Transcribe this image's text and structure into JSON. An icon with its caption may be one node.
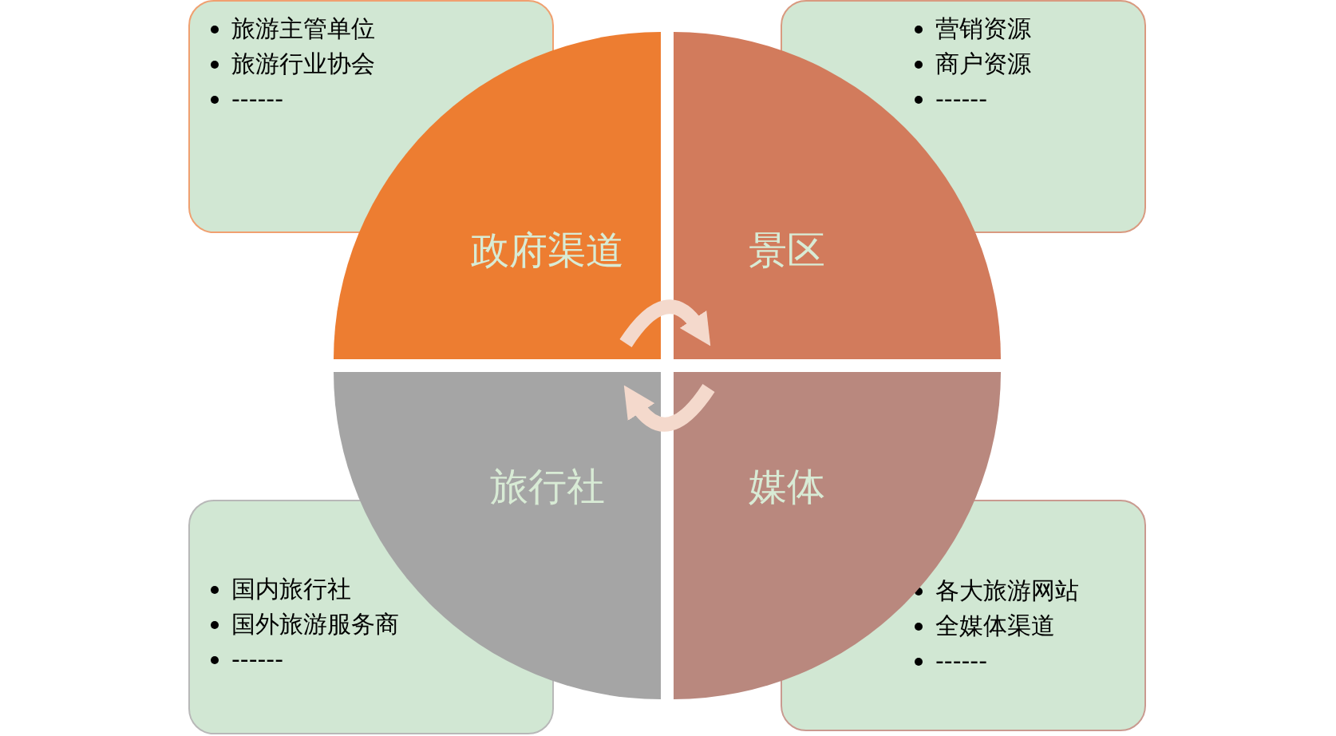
{
  "diagram": {
    "nodes": [
      {
        "text": [
          "旅游主管单位",
          "旅游行业协会",
          "------"
        ]
      },
      {
        "text": [
          "营销资源",
          "商户资源",
          "------"
        ]
      },
      {
        "text": [
          "政府渠道"
        ]
      },
      {
        "text": [
          "景区"
        ]
      },
      {
        "text": [
          "旅行社"
        ]
      },
      {
        "text": [
          "媒体"
        ]
      },
      {
        "text": [
          "国内旅行社",
          "国外旅游服务商",
          "------"
        ]
      },
      {
        "text": [
          "各大旅游网站",
          "全媒体渠道",
          "------"
        ]
      }
    ],
    "edges": [
      {
        "from": 2,
        "to": 3,
        "arrow": "to"
      },
      {
        "from": 5,
        "to": 4,
        "arrow": "to"
      }
    ]
  }
}
